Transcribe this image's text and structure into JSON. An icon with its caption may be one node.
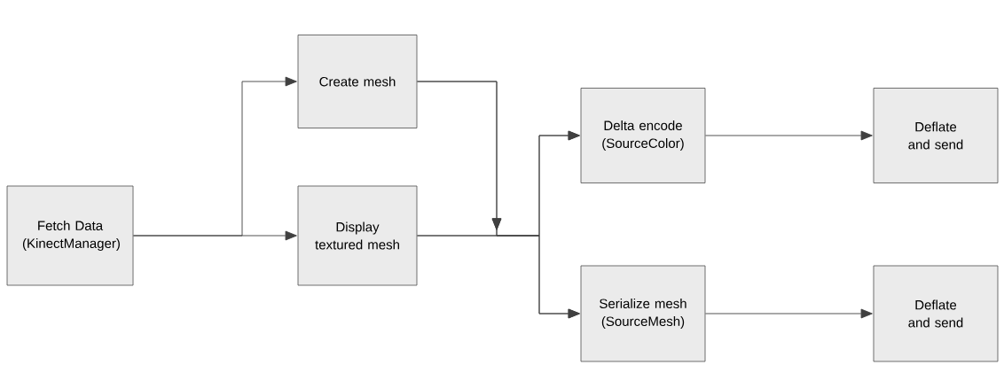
{
  "diagram": {
    "nodes": [
      {
        "text": [
          "Fetch Data (KinectManager)"
        ]
      },
      {
        "text": [
          "Create mesh"
        ]
      },
      {
        "text": [
          "Display textured mesh"
        ]
      },
      {
        "text": [
          "Delta encode (SourceColor)"
        ]
      },
      {
        "text": [
          "Deflate and send"
        ]
      },
      {
        "text": [
          "Serialize mesh (SourceMesh)"
        ]
      },
      {
        "text": [
          "Deflate and send"
        ]
      }
    ],
    "edges": [
      {
        "from": 0,
        "to": 1,
        "arrow": "to"
      },
      {
        "from": 0,
        "to": 2,
        "arrow": "to"
      },
      {
        "from": 1,
        "to": 3,
        "arrow": "to"
      },
      {
        "from": 1,
        "to": 5,
        "arrow": "to"
      },
      {
        "from": 2,
        "to": 3,
        "arrow": "to"
      },
      {
        "from": 2,
        "to": 5,
        "arrow": "to"
      },
      {
        "from": 3,
        "to": 4,
        "arrow": "to"
      },
      {
        "from": 5,
        "to": 6,
        "arrow": "to"
      }
    ]
  }
}
